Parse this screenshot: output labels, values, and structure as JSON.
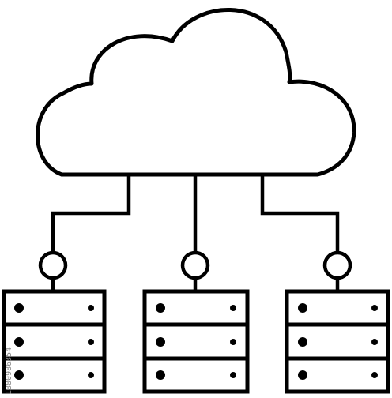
{
  "illustration": {
    "subject": "cloud connected to three server racks",
    "stroke_color": "#000000",
    "background_color": "#ffffff",
    "icons": [
      "cloud-icon",
      "server-rack-icon",
      "connector-node-icon"
    ],
    "server_count": 3,
    "units_per_server": 3
  },
  "watermark": {
    "stock_id": "1880986354"
  }
}
